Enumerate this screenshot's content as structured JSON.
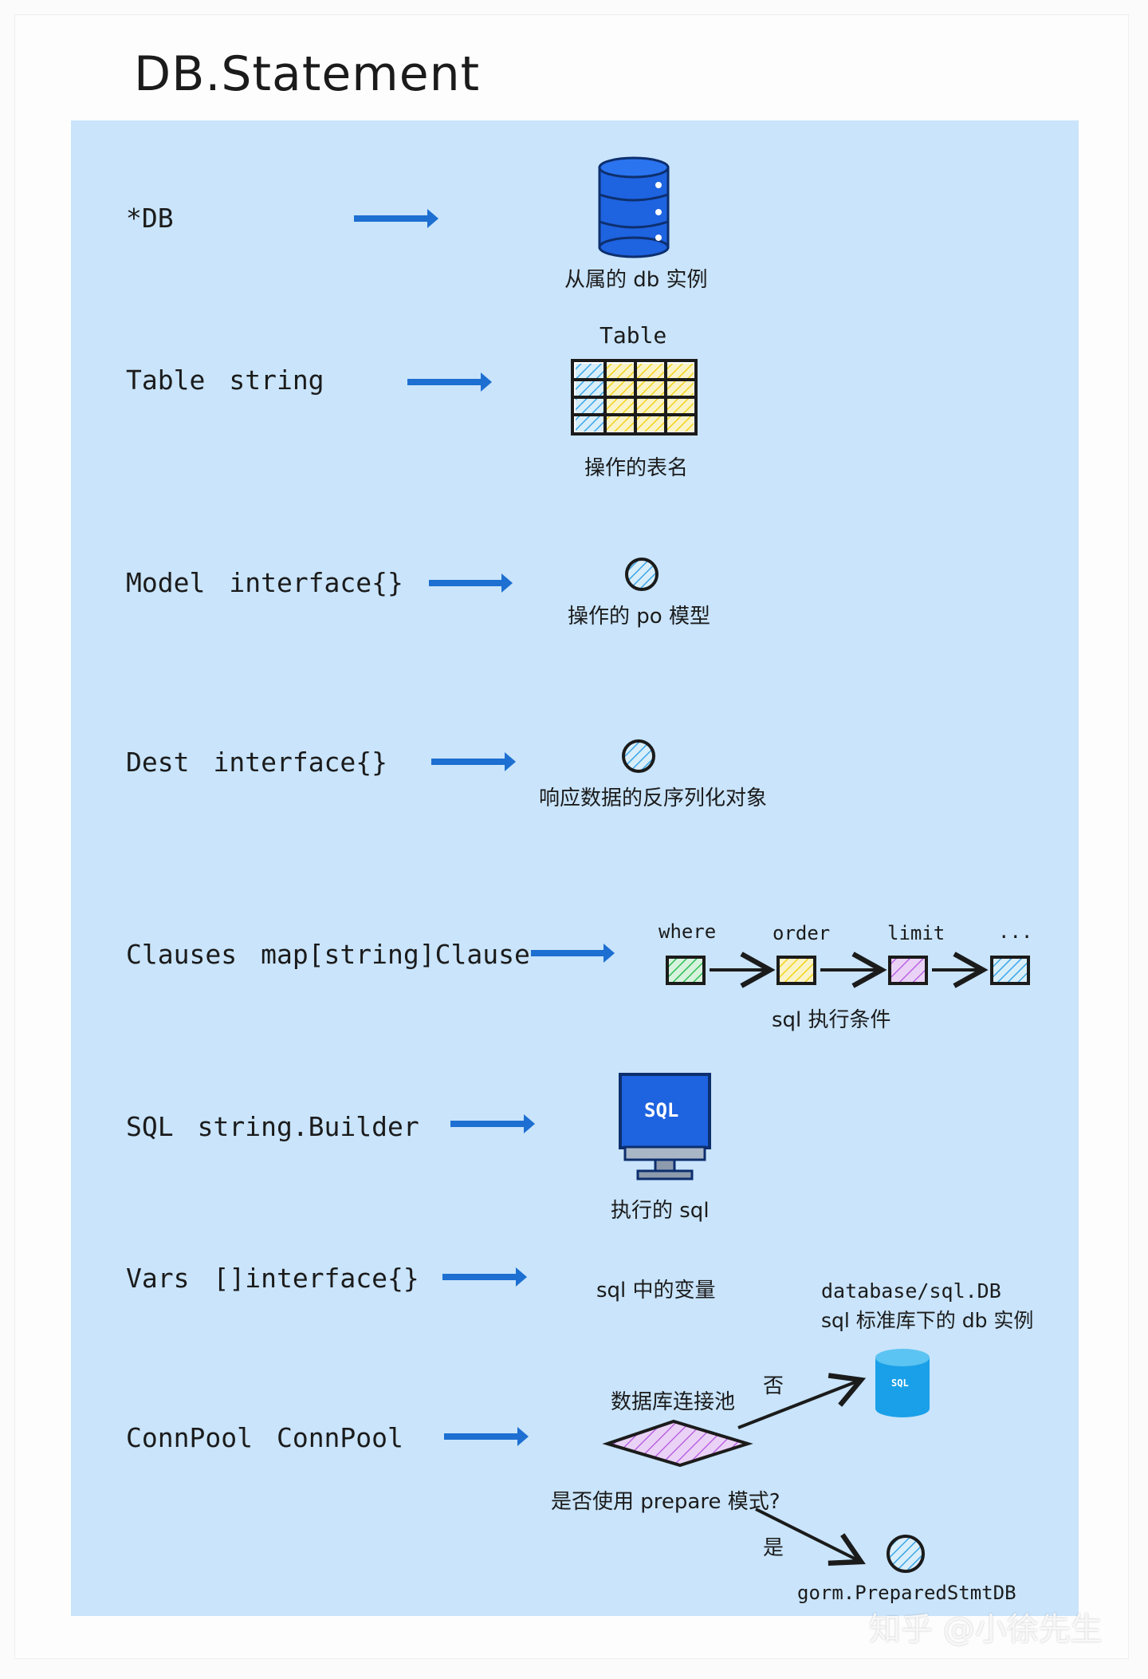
{
  "title": "DB.Statement",
  "fields": [
    {
      "name": "*DB",
      "type": "",
      "caption": "从属的 db 实例"
    },
    {
      "name": "Table",
      "type": "string",
      "caption": "操作的表名",
      "icon_label": "Table"
    },
    {
      "name": "Model",
      "type": "interface{}",
      "caption": "操作的 po 模型"
    },
    {
      "name": "Dest",
      "type": "interface{}",
      "caption": "响应数据的反序列化对象"
    },
    {
      "name": "Clauses",
      "type": "map[string]Clause",
      "caption": "sql 执行条件"
    },
    {
      "name": "SQL",
      "type": "string.Builder",
      "caption": "执行的 sql",
      "icon_label": "SQL"
    },
    {
      "name": "Vars",
      "type": "[]interface{}",
      "caption": "sql 中的变量"
    },
    {
      "name": "ConnPool",
      "type": "ConnPool",
      "caption": "是否使用 prepare 模式?"
    }
  ],
  "clauses": [
    "where",
    "order",
    "limit",
    "..."
  ],
  "connpool": {
    "pool_label": "数据库连接池",
    "no_label": "否",
    "yes_label": "是",
    "no_target_title": "database/sql.DB",
    "no_target_caption": "sql 标准库下的 db 实例",
    "no_target_icon_label": "SQL",
    "yes_target": "gorm.PreparedStmtDB"
  },
  "watermark": "知乎 @小徐先生",
  "colors": {
    "panel": "#c9e4fb",
    "arrow": "#1d6fd1",
    "db_blue": "#1e63e0",
    "cyl_blue": "#1aa0e8",
    "hatch_blue": "#3aa6e6",
    "hatch_yellow": "#f2d31b",
    "hatch_green": "#2fbf55",
    "hatch_purple": "#b24fe0"
  }
}
